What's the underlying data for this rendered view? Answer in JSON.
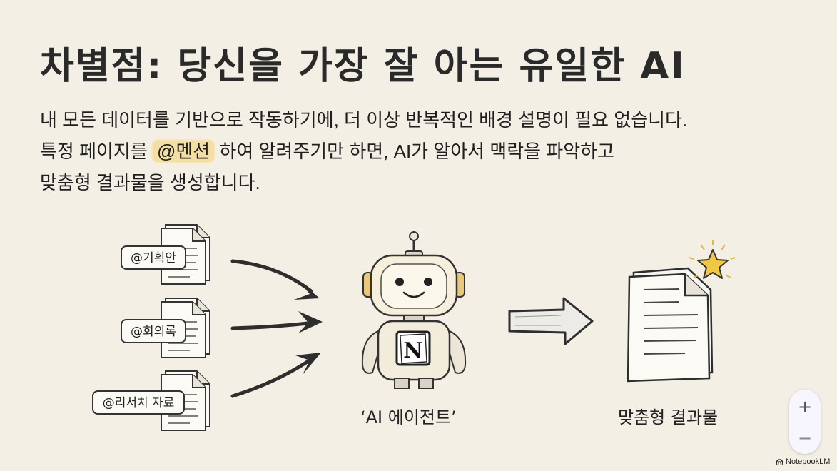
{
  "title": "차별점: 당신을 가장 잘 아는 유일한 AI",
  "body": {
    "line1": "내 모든 데이터를 기반으로 작동하기에, 더 이상 반복적인 배경 설명이 필요 없습니다.",
    "line2_before": "특정 페이지를 ",
    "line2_mention": "@멘션",
    "line2_after": " 하여 알려주기만 하면, AI가 알아서 맥락을 파악하고",
    "line3": "맞춤형 결과물을 생성합니다."
  },
  "inputs": [
    {
      "label": "@기획안"
    },
    {
      "label": "@회의록"
    },
    {
      "label": "@리서치 자료"
    }
  ],
  "robot": {
    "caption": "‘AI 에이전트’",
    "chest_logo": "N"
  },
  "output": {
    "caption": "맞춤형 결과물"
  },
  "zoom": {
    "plus": "+",
    "minus": "−"
  },
  "brand": {
    "name": "NotebookLM"
  },
  "colors": {
    "background": "#f3efe4",
    "highlight": "#f3dea3",
    "star": "#f2c744"
  }
}
